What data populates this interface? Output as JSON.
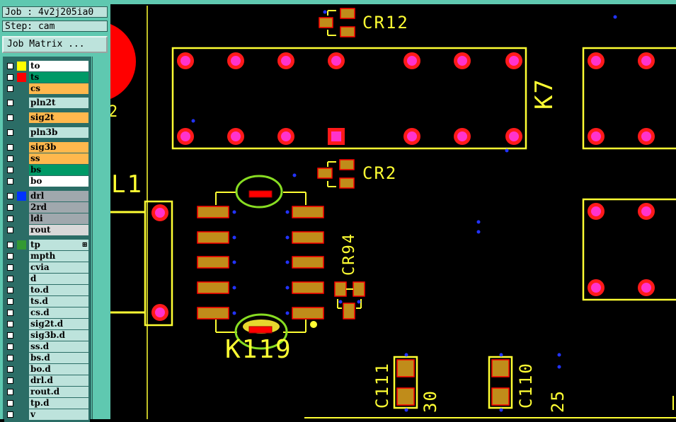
{
  "panel": {
    "job_label": "Job : 4v2j205ia0",
    "step_label": "Step: cam",
    "job_matrix_button": "Job Matrix ..."
  },
  "layers": [
    {
      "name": "to",
      "color": "#ffffff",
      "swatch": "#ffff00"
    },
    {
      "name": "ts",
      "color": "#009966",
      "swatch": "#ff0000"
    },
    {
      "name": "cs",
      "color": "#ffb84d",
      "swatch": ""
    },
    {
      "name": "pln2t",
      "color": "#bde3dc",
      "swatch": ""
    },
    {
      "name": "sig2t",
      "color": "#ffb84d",
      "swatch": ""
    },
    {
      "name": "pln3b",
      "color": "#bde3dc",
      "swatch": ""
    },
    {
      "name": "sig3b",
      "color": "#ffb84d",
      "swatch": ""
    },
    {
      "name": "ss",
      "color": "#ffb84d",
      "swatch": ""
    },
    {
      "name": "bs",
      "color": "#009966",
      "swatch": ""
    },
    {
      "name": "bo",
      "color": "#ffffff",
      "swatch": ""
    },
    {
      "name": "drl",
      "color": "#a0a8ad",
      "swatch": "#0033ff"
    },
    {
      "name": "2rd",
      "color": "#a0a8ad",
      "swatch": ""
    },
    {
      "name": "ldi",
      "color": "#a0a8ad",
      "swatch": ""
    },
    {
      "name": "rout",
      "color": "#d8d8d8",
      "swatch": ""
    },
    {
      "name": "tp",
      "color": "#bde3dc",
      "swatch": "#339933"
    },
    {
      "name": "mpth",
      "color": "#bde3dc",
      "swatch": ""
    },
    {
      "name": "cvia",
      "color": "#bde3dc",
      "swatch": ""
    },
    {
      "name": "d",
      "color": "#bde3dc",
      "swatch": ""
    },
    {
      "name": "to.d",
      "color": "#bde3dc",
      "swatch": ""
    },
    {
      "name": "ts.d",
      "color": "#bde3dc",
      "swatch": ""
    },
    {
      "name": "cs.d",
      "color": "#bde3dc",
      "swatch": ""
    },
    {
      "name": "sig2t.d",
      "color": "#bde3dc",
      "swatch": ""
    },
    {
      "name": "sig3b.d",
      "color": "#bde3dc",
      "swatch": ""
    },
    {
      "name": "ss.d",
      "color": "#bde3dc",
      "swatch": ""
    },
    {
      "name": "bs.d",
      "color": "#bde3dc",
      "swatch": ""
    },
    {
      "name": "bo.d",
      "color": "#bde3dc",
      "swatch": ""
    },
    {
      "name": "drl.d",
      "color": "#bde3dc",
      "swatch": ""
    },
    {
      "name": "rout.d",
      "color": "#bde3dc",
      "swatch": ""
    },
    {
      "name": "tp.d",
      "color": "#bde3dc",
      "swatch": ""
    },
    {
      "name": "v",
      "color": "#bde3dc",
      "swatch": ""
    }
  ],
  "board_labels": {
    "cr12": "CR12",
    "cr2": "CR2",
    "k7": "K7",
    "l1": "L1",
    "cr94": "CR94",
    "k119": "K119",
    "c111": "C111",
    "c110": "C110",
    "n30": "30",
    "n25": "25",
    "partial2": "2"
  },
  "colors": {
    "silk": "#ffff33",
    "pad": "#ff1a1a",
    "pad_center": "#ff33cc",
    "smd": "#c08c1a",
    "smd_border": "#ff0000",
    "via": "#2233ff",
    "highlight": "#88dd22"
  }
}
